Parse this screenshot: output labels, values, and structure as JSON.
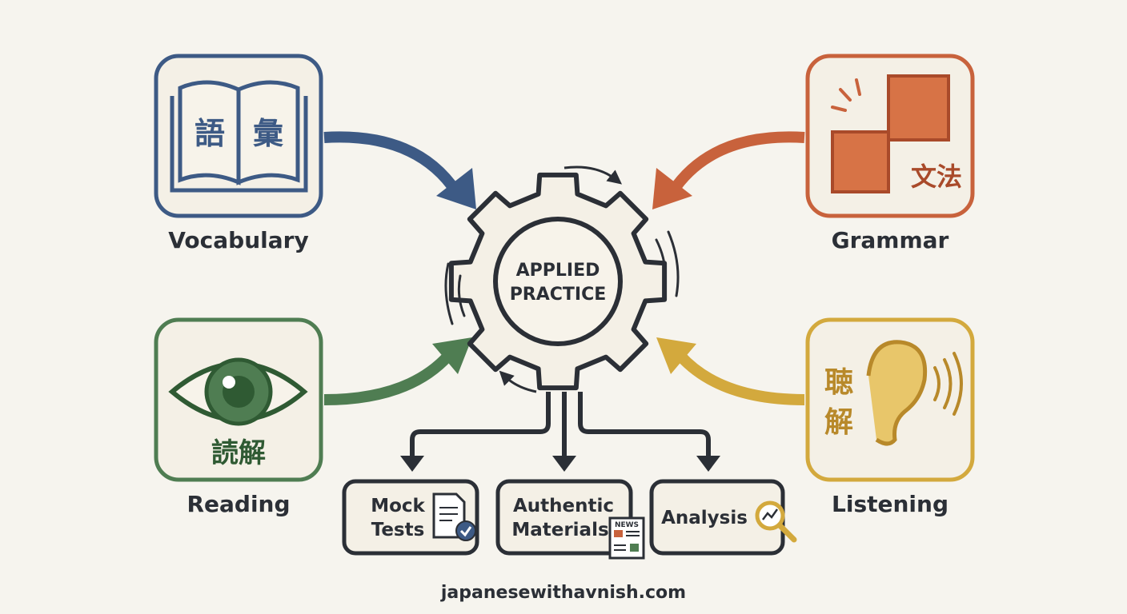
{
  "center": {
    "line1": "APPLIED",
    "line2": "PRACTICE"
  },
  "skills": {
    "vocabulary": {
      "label": "Vocabulary",
      "kanji1": "語",
      "kanji2": "彙",
      "color": "#3d5a85",
      "icon": "open-book-icon"
    },
    "grammar": {
      "label": "Grammar",
      "kanji": "文法",
      "color": "#c8623c",
      "icon": "puzzle-icon"
    },
    "reading": {
      "label": "Reading",
      "kanji": "読解",
      "color": "#4f7d52",
      "icon": "eye-icon"
    },
    "listening": {
      "label": "Listening",
      "kanji1": "聴",
      "kanji2": "解",
      "color": "#d3a93d",
      "icon": "ear-icon"
    }
  },
  "outputs": [
    {
      "line1": "Mock",
      "line2": "Tests",
      "icon": "document-check-icon"
    },
    {
      "line1": "Authentic",
      "line2": "Materials",
      "icon": "newspaper-icon",
      "badge": "NEWS"
    },
    {
      "line1": "Analysis",
      "icon": "magnifier-chart-icon"
    }
  ],
  "footer": {
    "url": "japanesewithavnish.com"
  }
}
